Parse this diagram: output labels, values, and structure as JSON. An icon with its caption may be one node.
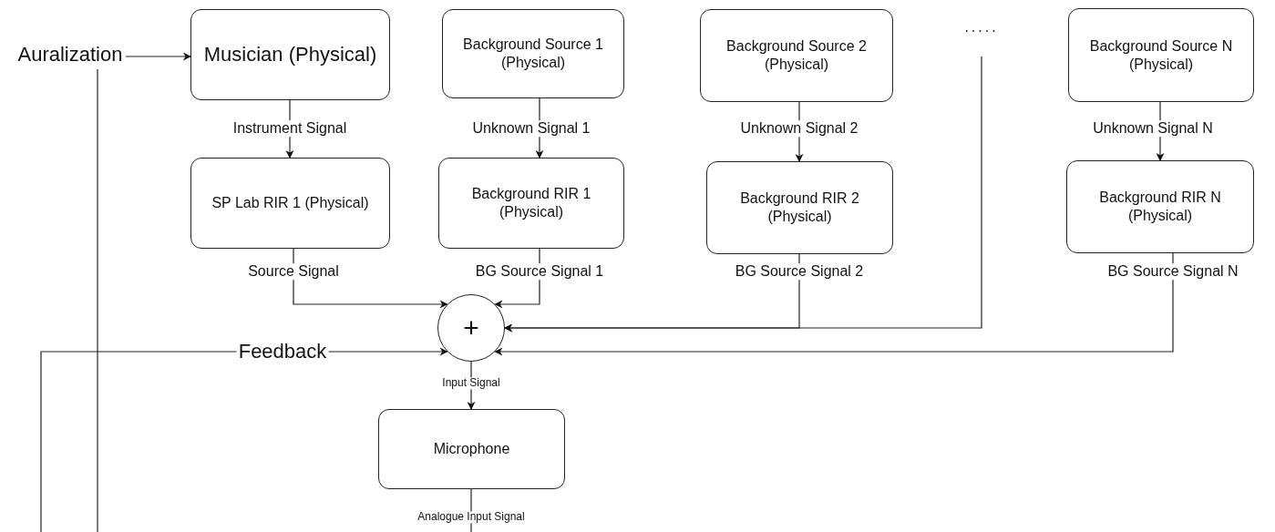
{
  "diagram": {
    "nodes": [
      {
        "text": [
          "Auralization"
        ]
      },
      {
        "text": [
          "Musician (Physical)"
        ]
      },
      {
        "text": [
          "Background Source 1 (Physical)"
        ]
      },
      {
        "text": [
          "Background Source 2 (Physical)"
        ]
      },
      {
        "text": [
          "....."
        ]
      },
      {
        "text": [
          "Background Source N (Physical)"
        ]
      },
      {
        "text": [
          "SP Lab RIR 1 (Physical)"
        ]
      },
      {
        "text": [
          "Background RIR 1 (Physical)"
        ]
      },
      {
        "text": [
          "Background RIR 2 (Physical)"
        ]
      },
      {
        "text": [
          "Background RIR N (Physical)"
        ]
      },
      {
        "text": [
          "+"
        ]
      },
      {
        "text": [
          "Microphone"
        ]
      }
    ],
    "edges": [
      {
        "from": 0,
        "to": 1,
        "arrow": "to"
      },
      {
        "from": 1,
        "to": 6,
        "arrow": "to",
        "label": "Instrument Signal"
      },
      {
        "from": 2,
        "to": 7,
        "arrow": "to",
        "label": "Unknown Signal 1"
      },
      {
        "from": 3,
        "to": 8,
        "arrow": "to",
        "label": "Unknown Signal 2"
      },
      {
        "from": 5,
        "to": 9,
        "arrow": "to",
        "label": "Unknown Signal N"
      },
      {
        "from": 6,
        "to": 10,
        "arrow": "to",
        "label": "Source Signal"
      },
      {
        "from": 7,
        "to": 10,
        "arrow": "to",
        "label": "BG Source Signal 1"
      },
      {
        "from": 8,
        "to": 10,
        "arrow": "to",
        "label": "BG Source Signal 2"
      },
      {
        "from": 4,
        "to": 10,
        "arrow": "to"
      },
      {
        "from": 9,
        "to": 10,
        "arrow": "to",
        "label": "BG Source Signal N"
      },
      {
        "from": null,
        "to": 10,
        "arrow": "to",
        "label": "Feedback"
      },
      {
        "from": 10,
        "to": 11,
        "arrow": "to",
        "label": "Input Signal"
      },
      {
        "from": 11,
        "to": null,
        "arrow": "none",
        "label": "Analogue Input Signal"
      },
      {
        "from": 0,
        "to": null,
        "arrow": "none"
      }
    ]
  }
}
